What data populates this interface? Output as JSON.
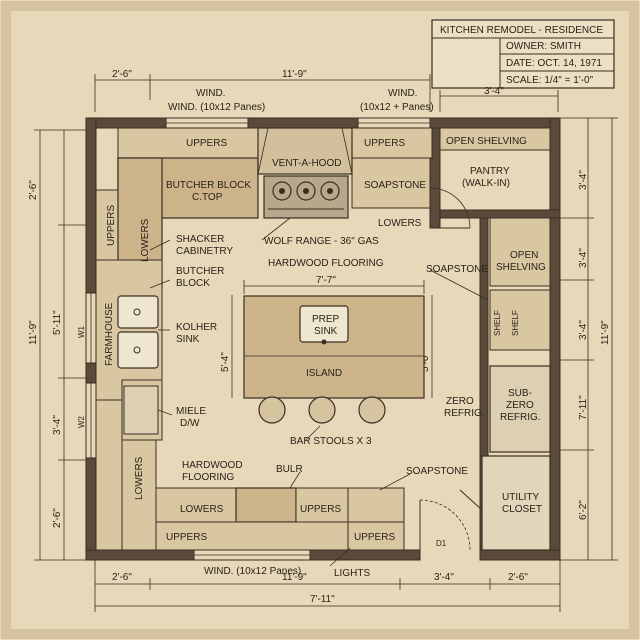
{
  "title_block": {
    "title": "KITCHEN REMODEL - RESIDENCE",
    "owner": "OWNER: SMITH",
    "date": "DATE: OCT. 14, 1971",
    "scale": "SCALE: 1/4\" = 1'-0\""
  },
  "dimensions": {
    "top_left": "2'-6\"",
    "top_mid": "11'-9\"",
    "top_right": "3'-4\"",
    "left_1": "2'-6\"",
    "left_total": "11'-9\"",
    "left_2": "5'-11\"",
    "left_3": "3'-4\"",
    "left_4": "2'-6\"",
    "right_1": "3'-4\"",
    "right_2": "3'-4\"",
    "right_3": "3'-4\"",
    "right_total": "11'-9\"",
    "right_4": "7'-11\"",
    "right_5": "6'-2\"",
    "island_width": "7'-7\"",
    "island_left": "5'-4\"",
    "island_right": "5'-6\"",
    "bottom_left": "2'-6\"",
    "bottom_mid": "11'-9\"",
    "bottom_r1": "3'-4\"",
    "bottom_r2": "2'-6\"",
    "bottom_total": "7'-11\""
  },
  "windows": {
    "top_left_a": "WIND.",
    "top_left_b": "WIND. (10x12 Panes)",
    "top_right_a": "WIND.",
    "top_right_b": "(10x12 + Panes)",
    "bottom": "WIND. (10x12 Panes)",
    "w1": "W1",
    "w2": "W2",
    "d1": "D1"
  },
  "labels": {
    "uppers_top_left": "UPPERS",
    "uppers_top_right": "UPPERS",
    "vent_hood": "VENT-A-HOOD",
    "butcher_block_ctop_1": "BUTCHER BLOCK",
    "butcher_block_ctop_2": "C.TOP",
    "soapstone_top": "SOAPSTONE",
    "lowers_top": "LOWERS",
    "wolf_range": "WOLF RANGE - 36\" GAS",
    "open_shelving_top": "OPEN SHELVING",
    "pantry_1": "PANTRY",
    "pantry_2": "(WALK-IN)",
    "uppers_left": "UPPERS",
    "lowers_left": "LOWERS",
    "shacker_1": "SHACKER",
    "shacker_2": "CABINETRY",
    "butcher_block_1": "BUTCHER",
    "butcher_block_2": "BLOCK",
    "hardwood_flooring": "HARDWOOD FLOORING",
    "farmhouse": "FARMHOUSE",
    "kolher_1": "KOLHER",
    "kolher_2": "SINK",
    "prep_1": "PREP",
    "prep_2": "SINK",
    "island": "ISLAND",
    "soapstone_right": "SOAPSTONE",
    "open_shelving_right_1": "OPEN",
    "open_shelving_right_2": "SHELVING",
    "shelf_a": "SHELF",
    "shelf_b": "SHELF",
    "miele_1": "MIELE",
    "miele_2": "D/W",
    "bar_stools": "BAR STOOLS X 3",
    "zero_1": "ZERO",
    "zero_2": "REFRIG.",
    "subzero_1": "SUB-",
    "subzero_2": "ZERO",
    "subzero_3": "REFRIG.",
    "lowers_left_bottom": "LOWERS",
    "hardwood_bottom_1": "HARDWOOD",
    "hardwood_bottom_2": "FLOORING",
    "bulr": "BULR",
    "soapstone_bottom": "SOAPSTONE",
    "lowers_bottom": "LOWERS",
    "uppers_bottom_mid": "UPPERS",
    "uppers_bottom_left": "UPPERS",
    "uppers_bottom_right": "UPPERS",
    "utility_1": "UTILITY",
    "utility_2": "CLOSET",
    "lights": "LIGHTS"
  }
}
